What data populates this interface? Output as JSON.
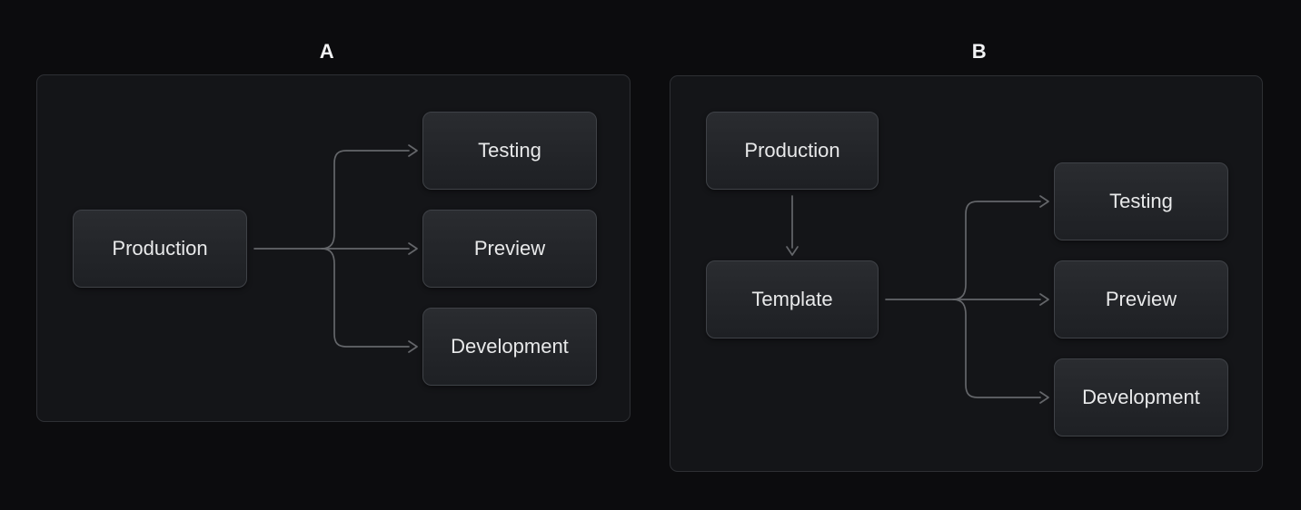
{
  "panel_a": {
    "label": "A",
    "nodes": {
      "production": "Production",
      "testing": "Testing",
      "preview": "Preview",
      "development": "Development"
    },
    "edges": [
      {
        "from": "production",
        "to": "testing"
      },
      {
        "from": "production",
        "to": "preview"
      },
      {
        "from": "production",
        "to": "development"
      }
    ]
  },
  "panel_b": {
    "label": "B",
    "nodes": {
      "production": "Production",
      "template": "Template",
      "testing": "Testing",
      "preview": "Preview",
      "development": "Development"
    },
    "edges": [
      {
        "from": "production",
        "to": "template"
      },
      {
        "from": "template",
        "to": "testing"
      },
      {
        "from": "template",
        "to": "preview"
      },
      {
        "from": "template",
        "to": "development"
      }
    ]
  },
  "colors": {
    "page_background": "#0c0c0e",
    "panel_background": "#141518",
    "panel_border": "#2e3034",
    "node_fill_top": "#2a2c30",
    "node_fill_bottom": "#1e2024",
    "node_border": "#3f4247",
    "connector": "#64666a",
    "text": "#e8e9ea"
  }
}
